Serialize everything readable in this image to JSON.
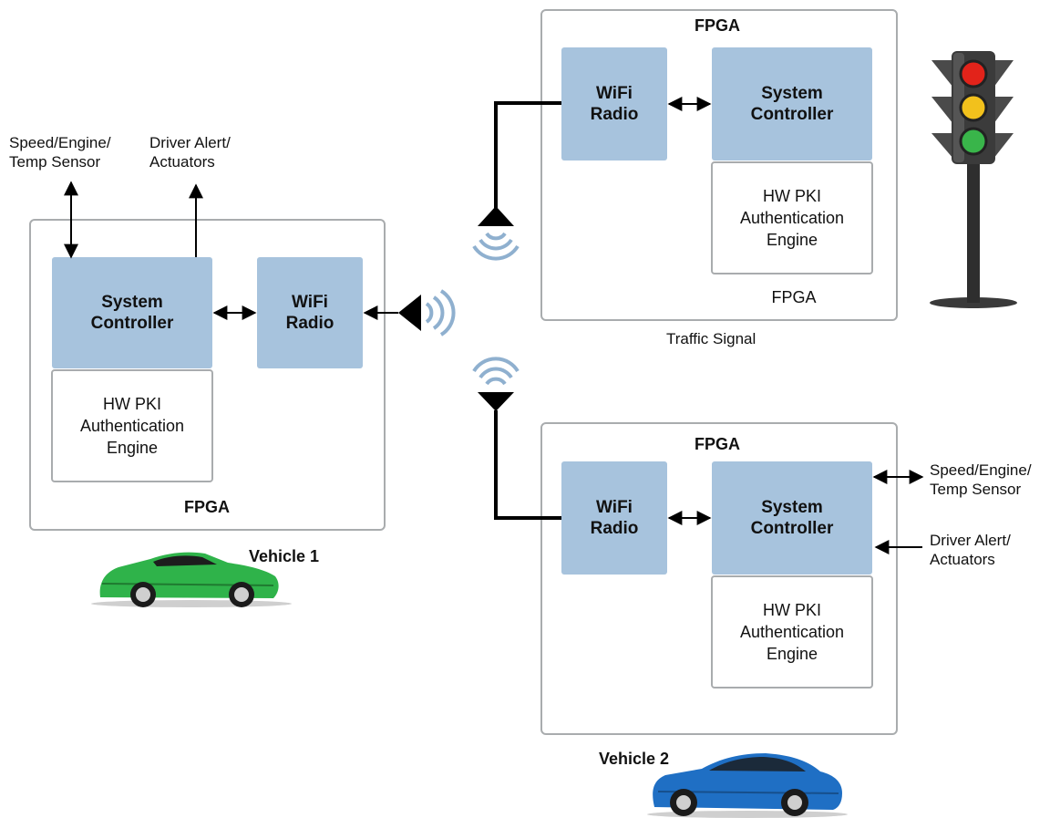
{
  "vehicle1": {
    "system_controller": "System\nController",
    "wifi_radio": "WiFi\nRadio",
    "hw_pki": "HW PKI\nAuthentication\nEngine",
    "fpga_label": "FPGA",
    "name": "Vehicle 1",
    "sensor_label": "Speed/Engine/\nTemp Sensor",
    "actuator_label": "Driver Alert/\nActuators",
    "car_color": "#2fb34a"
  },
  "traffic_signal": {
    "fpga_top": "FPGA",
    "wifi_radio": "WiFi\nRadio",
    "system_controller": "System\nController",
    "hw_pki": "HW PKI\nAuthentication\nEngine",
    "fpga_bottom": "FPGA",
    "caption": "Traffic Signal",
    "light_colors": [
      "#e2231a",
      "#f2c11c",
      "#39b54a"
    ]
  },
  "vehicle2": {
    "fpga_label": "FPGA",
    "wifi_radio": "WiFi\nRadio",
    "system_controller": "System\nController",
    "hw_pki": "HW PKI\nAuthentication\nEngine",
    "sensor_label": "Speed/Engine/\nTemp Sensor",
    "actuator_label": "Driver Alert/\nActuators",
    "name": "Vehicle 2",
    "car_color": "#1f6fc4"
  },
  "colors": {
    "block_fill": "#a7c3dd",
    "border": "#a9acae",
    "wave": "#8fb0cf"
  }
}
